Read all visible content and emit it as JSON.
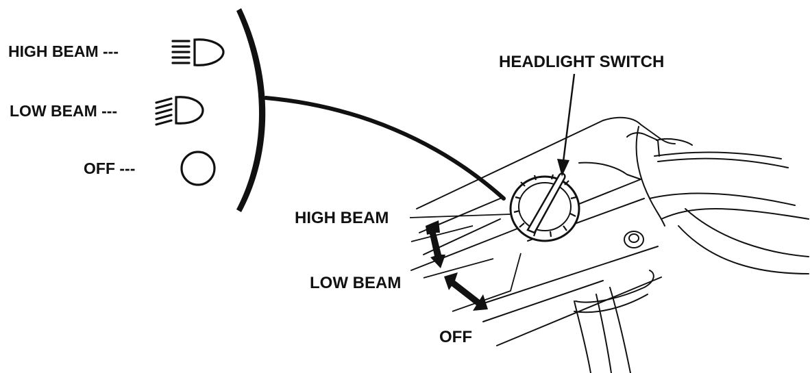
{
  "legend": {
    "items": [
      {
        "label": "HIGH BEAM ---",
        "icon": "high-beam-icon"
      },
      {
        "label": "LOW BEAM ---",
        "icon": "low-beam-icon"
      },
      {
        "label": "OFF ---",
        "icon": "off-icon"
      }
    ]
  },
  "callouts": {
    "switch": "HEADLIGHT SWITCH",
    "high": "HIGH BEAM",
    "low": "LOW BEAM",
    "off": "OFF"
  },
  "colors": {
    "ink": "#111111",
    "background": "#ffffff"
  }
}
